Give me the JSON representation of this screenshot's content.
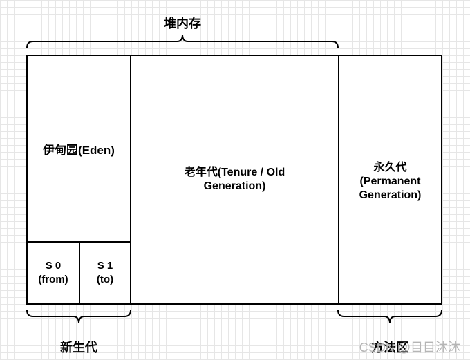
{
  "diagram": {
    "heap_label": "堆内存",
    "young_gen_label": "新生代",
    "method_area_label": "方法区",
    "eden": "伊甸园(Eden)",
    "s0_line1": "S 0",
    "s0_line2": "(from)",
    "s1_line1": "S 1",
    "s1_line2": "(to)",
    "old_gen_line1": "老年代(Tenure / Old",
    "old_gen_line2": "Generation)",
    "perm_line1": "永久代",
    "perm_line2": "(Permanent",
    "perm_line3": "Generation)"
  },
  "watermark": "CSDN @目目沐沐"
}
